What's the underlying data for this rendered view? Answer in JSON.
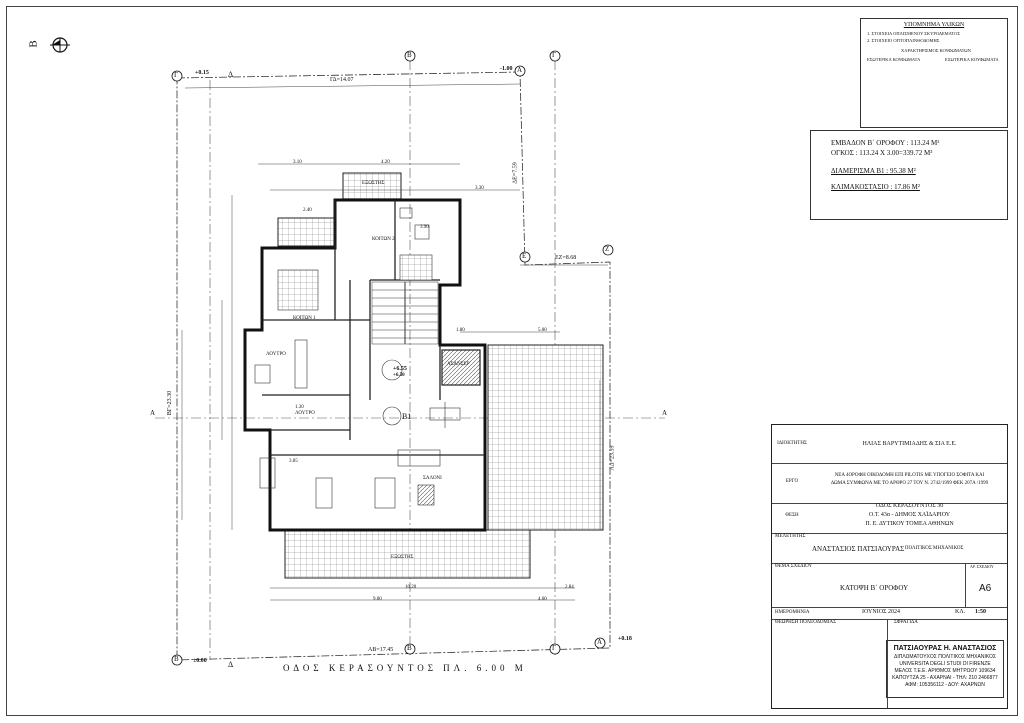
{
  "legend": {
    "title": "ΥΠΟΜΝΗΜΑ ΥΛΙΚΩΝ",
    "items": [
      "1. ΣΤΟΙΧΕΙΑ ΟΠΛΙΣΜΕΝΟΥ ΣΚΥΡΟΔΕΜΑΤΟΣ",
      "2. ΣΤΟΙΧΕΙΟ ΟΠΤΟΠΛΙΝΘΟΔΟΜΗΣ",
      "ΧΑΡΑΚΤΗΡΙΣΜΟΣ ΚΟΥΦΩΜΑΤΩΝ",
      "ΕΣΩΤΕΡΙΚΑ ΚΟΥΦΩΜΑΤΑ",
      "ΕΞΩΤΕΡΙΚΑ ΚΟΥΦΩΜΑΤΑ"
    ]
  },
  "areas": {
    "line1": "ΕΜΒΑΔΟΝ Β΄ ΟΡΟΦΟΥ : 113.24 M²",
    "line2": "ΟΓΚΟΣ : 113.24 X 3.00=339.72 M³",
    "line3": "ΔΙΑΜΕΡΙΣΜΑ Β1 : 95.38 M²",
    "line4": "ΚΛΙΜΑΚΟΣΤΑΣΙΟ : 17.86 M²"
  },
  "title_block": {
    "owner_label": "ΙΔΙΟΚΤΗΤΗΣ",
    "owner": "ΗΛΙΑΣ ΒΑΡΥΤΙΜΙΑΔΗΣ & ΣΙΑ Ε.Ε.",
    "project_label": "ΕΡΓΟ",
    "project_line1": "ΝΕΑ 4ΟΡΟΦΗ ΟΙΚΟΔΟΜΗ ΕΠΙ PILOTIS ΜΕ ΥΠΟΓΕΙΟ ΣΟΦΙΤΑ ΚΑΙ",
    "project_line2": "ΔΩΜΑ ΣΥΜΦΩΝΑ ΜΕ ΤΟ ΑΡΘΡΟ 27 ΤΟΥ Ν. 2742/1999 ΦΕΚ 207Α /1999",
    "location_label": "ΘΕΣΗ",
    "location_line1": "ΟΔΟΣ ΚΕΡΑΣΟΥΝΤΟΣ 30",
    "location_line2": "Ο.Τ. 43α - ΔΗΜΟΣ ΧΑΪΔΑΡΙΟΥ",
    "location_line3": "Π. Ε. ΔΥΤΙΚΟΥ ΤΟΜΕΑ ΑΘΗΝΩΝ",
    "designer_label": "ΜΕΛΕΤΗΤΗΣ",
    "designer": "ΑΝΑΣΤΑΣΙΟΣ ΠΑΤΣΙΑΟΥΡΑΣ",
    "designer_title": "ΠΟΛΙΤΙΚΟΣ ΜΗΧΑΝΙΚΟΣ",
    "drawing_label": "ΘΕΜΑ ΣΧΕΔΙΟΥ",
    "drawing_no_label": "ΑΡ. ΣΧΕΔΙΟΥ",
    "drawing": "ΚΑΤΟΨΗ Β΄ ΟΡΟΦΟΥ",
    "drawing_no": "Α6",
    "date_label": "ΗΜΕΡΟΜΗΝΙΑ",
    "date": "ΙΟΥΝΙΟΣ 2024",
    "scale_label": "ΚΛ.",
    "scale": "1:50",
    "approval_label": "ΘΕΩΡΗΣΗ ΠΟΛΕΟΔΟΜΙΑΣ",
    "seal_label": "ΣΦΡΑΓΙΔΑ"
  },
  "stamp": {
    "l1": "ΠΑΤΣΙΑΟΥΡΑΣ Η. ΑΝΑΣΤΑΣΙΟΣ",
    "l2": "ΔΙΠΛΩΜΑΤΟΥΧΟΣ ΠΟΛΙΤΙΚΟΣ ΜΗΧΑΝΙΚΟΣ",
    "l3": "UNIVERSITA DEGLI STUDI DI FIRENZE",
    "l4": "ΜΕΛΟΣ Τ.Ε.Ε. ΑΡΙΘΜΟΣ ΜΗΤΡΩΟΥ 109634",
    "l5": "ΚΑΠΟΥΤΖΑ 25 - ΑΧΑΡΝΑΙ - ΤΗΛ: 210 2466877",
    "l6": "ΑΦΜ: 105356112 - ΔΟΥ: ΑΧΑΡΝΩΝ"
  },
  "plan": {
    "street": "ΟΔΟΣ ΚΕΡΑΣΟΥΝΤΟΣ ΠΛ. 6.00 Μ",
    "north": "Β",
    "corners": {
      "G": "Γ",
      "A": "Α",
      "B": "Β",
      "D": "Δ",
      "E": "Ε",
      "Z": "Ζ"
    },
    "sections": {
      "b": "Β",
      "g": "Γ",
      "a": "Α",
      "d": "Δ"
    },
    "levels": {
      "tl": "+0.15",
      "tr": "-1.00",
      "br": "+0.18",
      "bl": "±0.00",
      "stair": "+6.55"
    },
    "edges": {
      "top": "ΓΔ=14.07",
      "bottom": "ΑΒ=17.45",
      "left": "ΒΓ=23.30",
      "right": "ΑΔ=23.59",
      "ez": "ΕΖ=8.68",
      "rtop": "ΔΕ=7.59"
    },
    "rooms": {
      "bed2": "ΚΟΙΤΩΝ 2",
      "bed1": "ΚΟΙΤΩΝ 1",
      "bath1": "ΛΟΥΤΡΟ",
      "bath2": "ΛΟΥΤΡΟ",
      "living": "ΣΑΛΟΝΙ",
      "lift": "ΑΣΑΝΣΕΡ",
      "apt": "Β1",
      "balcony": "ΕΞΩΣΤΗΣ",
      "balcony_top": "ΕΞΩΣΤΗΣ"
    },
    "dims": {
      "d310": "3.10",
      "d420": "4.20",
      "d330": "3.30",
      "d500": "5.00",
      "d180": "1.80",
      "d900": "9.00",
      "d460": "4.60",
      "d284": "2.84",
      "d1020": "10.20",
      "d385": "3.85",
      "d240": "2.40",
      "d390": "3.90",
      "d130": "1.30"
    },
    "levels2": {
      "l1": "+6.50"
    }
  }
}
